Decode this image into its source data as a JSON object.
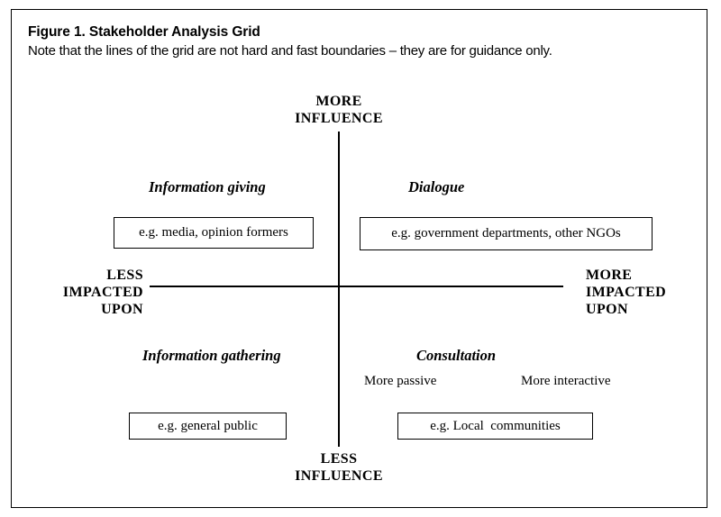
{
  "figure": {
    "title": "Figure 1. Stakeholder Analysis Grid",
    "note": "Note that the lines of the grid are not hard and fast boundaries – they are for guidance only."
  },
  "axes": {
    "top_label": "MORE\nINFLUENCE",
    "top_label_line1": "MORE",
    "top_label_line2": "INFLUENCE",
    "bottom_label_line1": "LESS",
    "bottom_label_line2": "INFLUENCE",
    "left_label_line1": "LESS",
    "left_label_line2": "IMPACTED",
    "left_label_line3": "UPON",
    "right_label_line1": "MORE",
    "right_label_line2": "IMPACTED",
    "right_label_line3": "UPON"
  },
  "quadrants": {
    "top_left": {
      "heading": "Information giving",
      "example": "e.g. media, opinion formers"
    },
    "top_right": {
      "heading": "Dialogue",
      "example": "e.g. government departments, other NGOs"
    },
    "bottom_left": {
      "heading": "Information gathering",
      "example": "e.g. general public"
    },
    "bottom_right": {
      "heading": "Consultation",
      "sub_left": "More passive",
      "sub_right": "More interactive",
      "example": "e.g. Local  communities"
    }
  },
  "colors": {
    "border": "#000000",
    "background": "#ffffff",
    "text": "#000000"
  }
}
